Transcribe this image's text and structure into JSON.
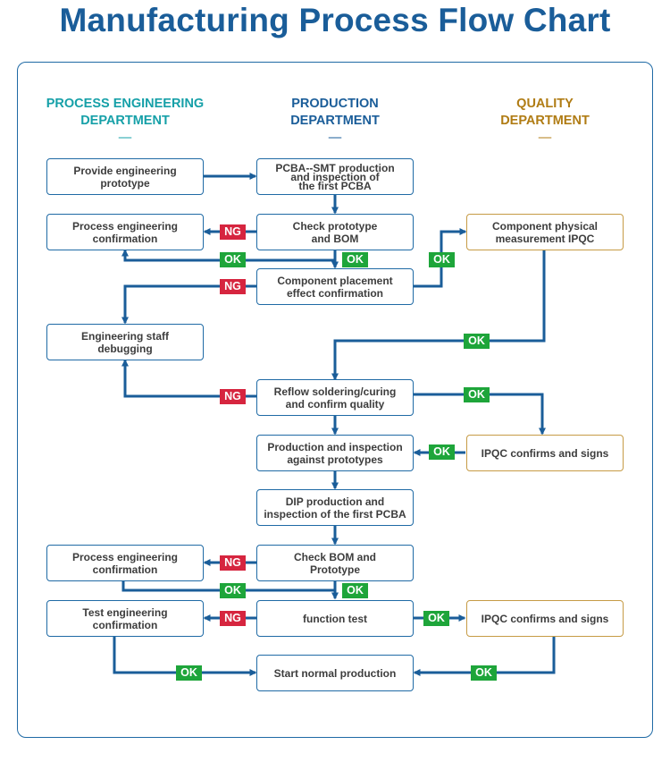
{
  "title": "Manufacturing Process Flow Chart",
  "departments": {
    "process_engineering": {
      "line1": "PROCESS ENGINEERING",
      "line2": "DEPARTMENT",
      "dash": "—"
    },
    "production": {
      "line1": "PRODUCTION",
      "line2": "DEPARTMENT",
      "dash": "—"
    },
    "quality": {
      "line1": "QUALITY",
      "line2": "DEPARTMENT",
      "dash": "—"
    }
  },
  "nodes": {
    "provide_prototype": {
      "line1": "Provide engineering",
      "line2": "prototype"
    },
    "pcba_smt": {
      "line1": "PCBA--SMT production",
      "line2": "and inspection of",
      "line3": "the first PCBA"
    },
    "pe_confirm_1": {
      "line1": "Process engineering",
      "line2": "confirmation"
    },
    "check_prototype_bom": {
      "line1": "Check prototype",
      "line2": "and BOM"
    },
    "component_measurement": {
      "line1": "Component physical",
      "line2": "measurement IPQC"
    },
    "placement_confirm": {
      "line1": "Component placement",
      "line2": "effect confirmation"
    },
    "staff_debugging": {
      "line1": "Engineering staff",
      "line2": "debugging"
    },
    "reflow": {
      "line1": "Reflow soldering/curing",
      "line2": "and confirm quality"
    },
    "prod_inspection": {
      "line1": "Production and inspection",
      "line2": "against prototypes"
    },
    "ipqc_signs_1": {
      "line1": "IPQC confirms and signs"
    },
    "dip": {
      "line1": "DIP production and",
      "line2": "inspection of the first PCBA"
    },
    "pe_confirm_2": {
      "line1": "Process engineering",
      "line2": "confirmation"
    },
    "check_bom_prototype": {
      "line1": "Check BOM and",
      "line2": "Prototype"
    },
    "test_engineering": {
      "line1": "Test engineering",
      "line2": "confirmation"
    },
    "function_test": {
      "line1": "function test"
    },
    "ipqc_signs_2": {
      "line1": "IPQC confirms and signs"
    },
    "start_production": {
      "line1": "Start normal production"
    }
  },
  "labels": {
    "ok": "OK",
    "ng": "NG"
  },
  "colors": {
    "title": "#1a5d99",
    "arrow": "#1a5d99",
    "ok": "#1ea53a",
    "ng": "#d6253f",
    "process_eng": "#16a0a8",
    "quality": "#b07c14",
    "quality_border": "#c69b45"
  }
}
